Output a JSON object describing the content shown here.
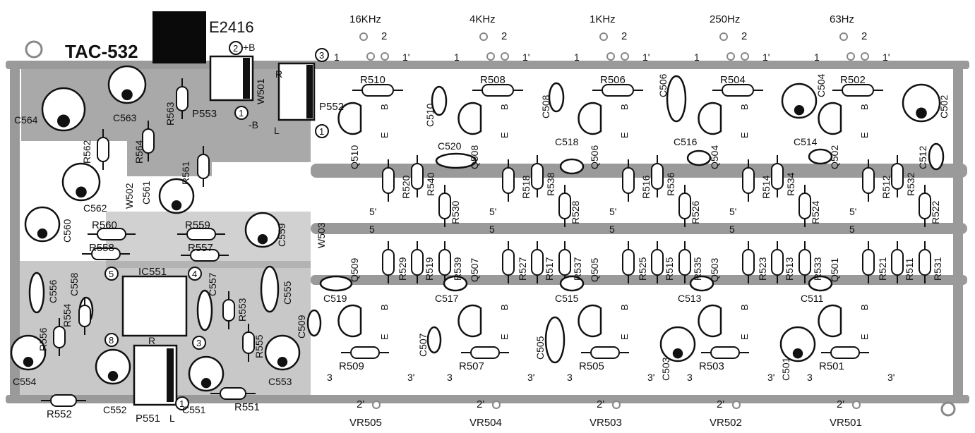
{
  "board": {
    "title": "TAC-532",
    "code_stamp": "E2416",
    "ink_color": "#111111",
    "paper_color": "#ffffff",
    "copper_color": "#9a9a9a",
    "band_labels": [
      "16KHz",
      "4KHz",
      "1KHz",
      "250Hz",
      "63Hz"
    ],
    "vr_labels": [
      "VR505",
      "VR504",
      "VR503",
      "VR502",
      "VR501"
    ],
    "pin_labels": {
      "p2": "2",
      "p1": "1",
      "p1p": "1'",
      "p5": "5",
      "p5p": "5'",
      "p3": "3",
      "p3p": "3'",
      "p2p": "2'"
    },
    "top_resistors": [
      "R510",
      "R508",
      "R506",
      "R504",
      "R502"
    ],
    "bottom_resistors": [
      "R509",
      "R507",
      "R505",
      "R503",
      "R501"
    ],
    "vertical_resistors": [
      "R520",
      "R540",
      "R530",
      "R518",
      "R538",
      "R528",
      "R516",
      "R536",
      "R526",
      "R514",
      "R534",
      "R524",
      "R512",
      "R532",
      "R522",
      "R529",
      "R519",
      "R539",
      "R527",
      "R517",
      "R537",
      "R525",
      "R515",
      "R535",
      "R523",
      "R513",
      "R533",
      "R521",
      "R511",
      "R531"
    ],
    "transistors_top": [
      "Q510",
      "Q508",
      "Q506",
      "Q504",
      "Q502"
    ],
    "transistors_bottom": [
      "Q509",
      "Q507",
      "Q505",
      "Q503",
      "Q501"
    ],
    "lead_letters": {
      "b": "B",
      "e": "E"
    },
    "capacitors_right": [
      "C510",
      "C508",
      "C506",
      "C504",
      "C502",
      "C520",
      "C518",
      "C516",
      "C514",
      "C512",
      "C519",
      "C517",
      "C515",
      "C513",
      "C511",
      "C509",
      "C507",
      "C505",
      "C503",
      "C501"
    ],
    "left_section": {
      "capacitors": [
        "C564",
        "C563",
        "C562",
        "C561",
        "C560",
        "C559",
        "C558",
        "C557",
        "C556",
        "C555",
        "C554",
        "C553",
        "C552",
        "C551"
      ],
      "resistors": [
        "R563",
        "R564",
        "R562",
        "R561",
        "R560",
        "R559",
        "R558",
        "R557",
        "R556",
        "R554",
        "R553",
        "R555",
        "R552",
        "R551"
      ],
      "parts": [
        "W501",
        "W502",
        "W503",
        "P553",
        "P552",
        "P551",
        "IC551"
      ],
      "markers": {
        "c2": "2",
        "pb": "+B",
        "c3": "3",
        "c1": "1",
        "mb": "-B",
        "c5": "5",
        "c4": "4",
        "c8": "8",
        "r": "R",
        "l": "L"
      }
    }
  }
}
